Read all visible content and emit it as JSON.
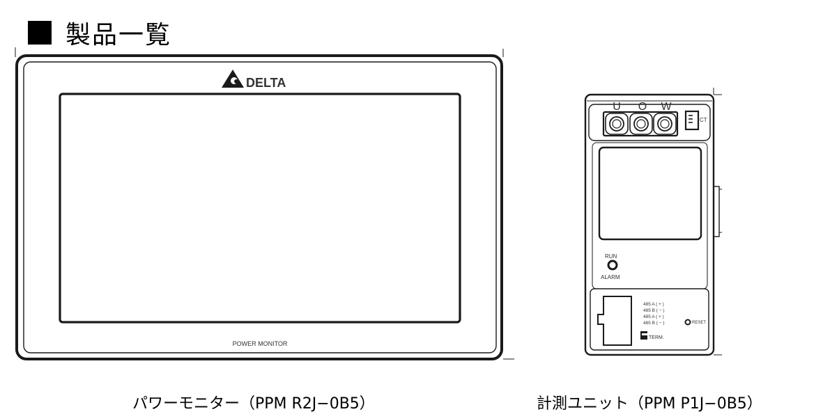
{
  "page": {
    "heading": "製品一覧"
  },
  "products": [
    {
      "caption": "パワーモニター（PPM R2J−0B5）",
      "brand": "DELTA",
      "bottom_label": "POWER MONITOR"
    },
    {
      "caption": "計測ユニット（PPM P1J−0B5）",
      "terminal_labels": [
        "U",
        "O",
        "W"
      ],
      "ct_label": "CT",
      "run_label": "RUN",
      "alarm_label": "ALARM",
      "comm_labels": [
        "485 A ( + )",
        "485 B ( − )",
        "485 A ( + )",
        "485 B ( − )"
      ],
      "reset_label": "RESET",
      "term_label": "TERM."
    }
  ]
}
